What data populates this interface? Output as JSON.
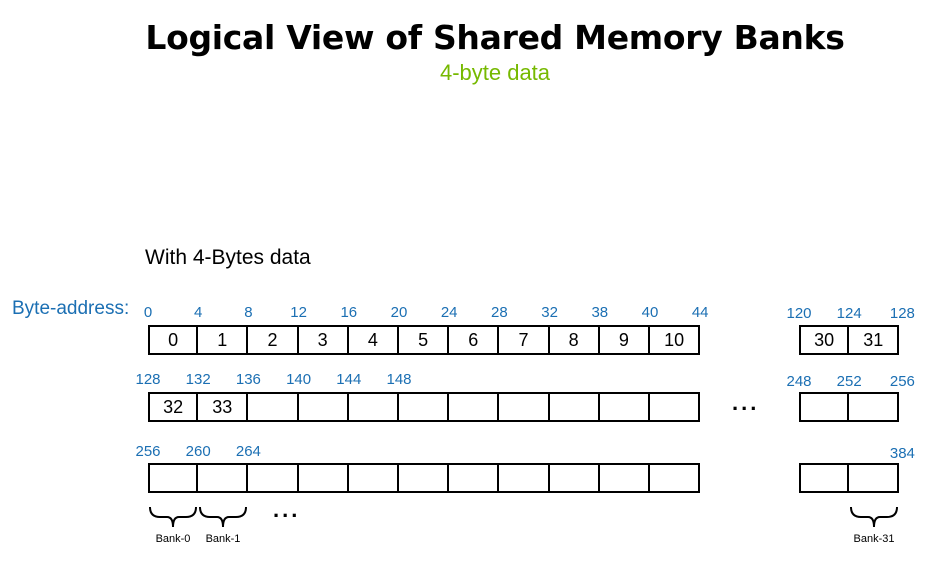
{
  "title": "Logical View of Shared Memory Banks",
  "subtitle": "4-byte data",
  "caption": "With 4-Bytes data",
  "byte_address_label": "Byte-address:",
  "ellipsis": "...",
  "rows": [
    {
      "addresses": [
        "0",
        "4",
        "8",
        "12",
        "16",
        "20",
        "24",
        "28",
        "32",
        "38",
        "40",
        "44"
      ],
      "cells": [
        "0",
        "1",
        "2",
        "3",
        "4",
        "5",
        "6",
        "7",
        "8",
        "9",
        "10"
      ],
      "tail_addresses": [
        "120",
        "124",
        "128"
      ],
      "tail_cells": [
        "30",
        "31"
      ]
    },
    {
      "addresses": [
        "128",
        "132",
        "136",
        "140",
        "144",
        "148"
      ],
      "cells": [
        "32",
        "33",
        "",
        "",
        "",
        "",
        "",
        "",
        "",
        "",
        ""
      ],
      "tail_addresses": [
        "248",
        "252",
        "256"
      ],
      "tail_cells": [
        "",
        ""
      ]
    },
    {
      "addresses": [
        "256",
        "260",
        "264"
      ],
      "cells": [
        "",
        "",
        "",
        "",
        "",
        "",
        "",
        "",
        "",
        "",
        ""
      ],
      "tail_addresses": [
        "384"
      ],
      "tail_cells": [
        "",
        ""
      ]
    }
  ],
  "banks": [
    "Bank-0",
    "Bank-1",
    "Bank-31"
  ],
  "colors": {
    "accent": "#76b900",
    "address": "#1b6fb3"
  }
}
